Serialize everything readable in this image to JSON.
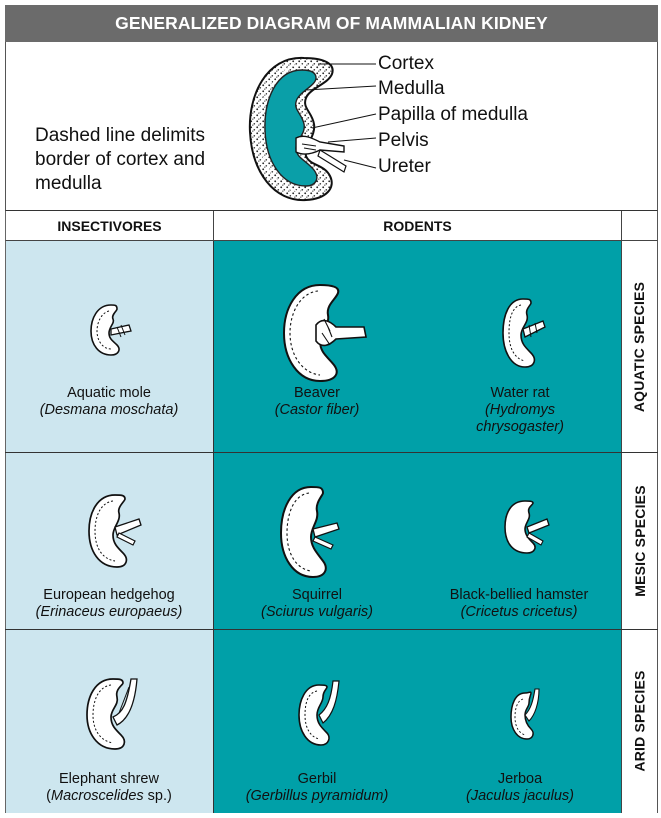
{
  "title": "GENERALIZED DIAGRAM OF MAMMALIAN KIDNEY",
  "generalized": {
    "note": "Dashed line delimits border of cortex and medulla",
    "labels": [
      "Cortex",
      "Medulla",
      "Papilla of medulla",
      "Pelvis",
      "Ureter"
    ]
  },
  "columns": {
    "insectivores": "INSECTIVORES",
    "rodents": "RODENTS"
  },
  "rows": [
    {
      "label": "AQUATIC SPECIES",
      "species": [
        {
          "common": "Aquatic mole",
          "scientific": "(Desmana moschata)"
        },
        {
          "common": "Beaver",
          "scientific": "(Castor fiber)"
        },
        {
          "common": "Water rat",
          "scientific_1": "(Hydromys",
          "scientific_2": "chrysogaster)"
        }
      ]
    },
    {
      "label": "MESIC SPECIES",
      "species": [
        {
          "common": "European hedgehog",
          "scientific": "(Erinaceus europaeus)"
        },
        {
          "common": "Squirrel",
          "scientific": "(Sciurus vulgaris)"
        },
        {
          "common": "Black-bellied hamster",
          "scientific": "(Cricetus cricetus)"
        }
      ]
    },
    {
      "label": "ARID SPECIES",
      "species": [
        {
          "common": "Elephant shrew",
          "scientific_prefix": "(",
          "scientific": "Macroscelides",
          "scientific_suffix": " sp.)"
        },
        {
          "common": "Gerbil",
          "scientific": "(Gerbillus pyramidum)"
        },
        {
          "common": "Jerboa",
          "scientific": "(Jaculus jaculus)"
        }
      ]
    }
  ],
  "colors": {
    "banner": "#6b6b6b",
    "insectivore_bg": "#cde6ef",
    "rodent_bg": "#00a0a8",
    "medulla_fill": "#0a9fa8"
  }
}
